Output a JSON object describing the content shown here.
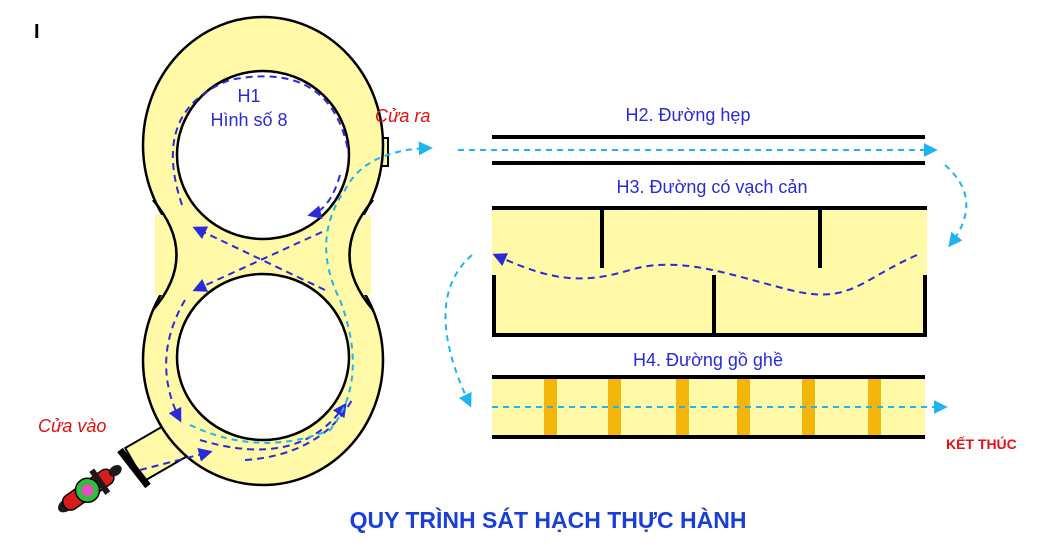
{
  "corner_mark": "I",
  "h1": {
    "line1": "H1",
    "line2": "Hình số 8"
  },
  "exit_label": "Cửa ra",
  "entry_label": "Cửa vào",
  "h2": {
    "label": "H2. Đường hẹp"
  },
  "h3": {
    "label": "H3.  Đường có vạch cản"
  },
  "h4": {
    "label": "H4. Đường gồ ghề"
  },
  "finish_label": "KẾT THÚC",
  "footer_title": "QUY TRÌNH SÁT HẠCH THỰC HÀNH",
  "colors": {
    "track_fill": "#fff9a8",
    "track_edge": "#000000",
    "route_blue": "#2a2ad6",
    "route_cyan": "#1fb4f0",
    "bump": "#f5b60b",
    "label_red": "#e01010",
    "label_blue": "#2a2ad6",
    "title_blue": "#1a3fd6"
  }
}
